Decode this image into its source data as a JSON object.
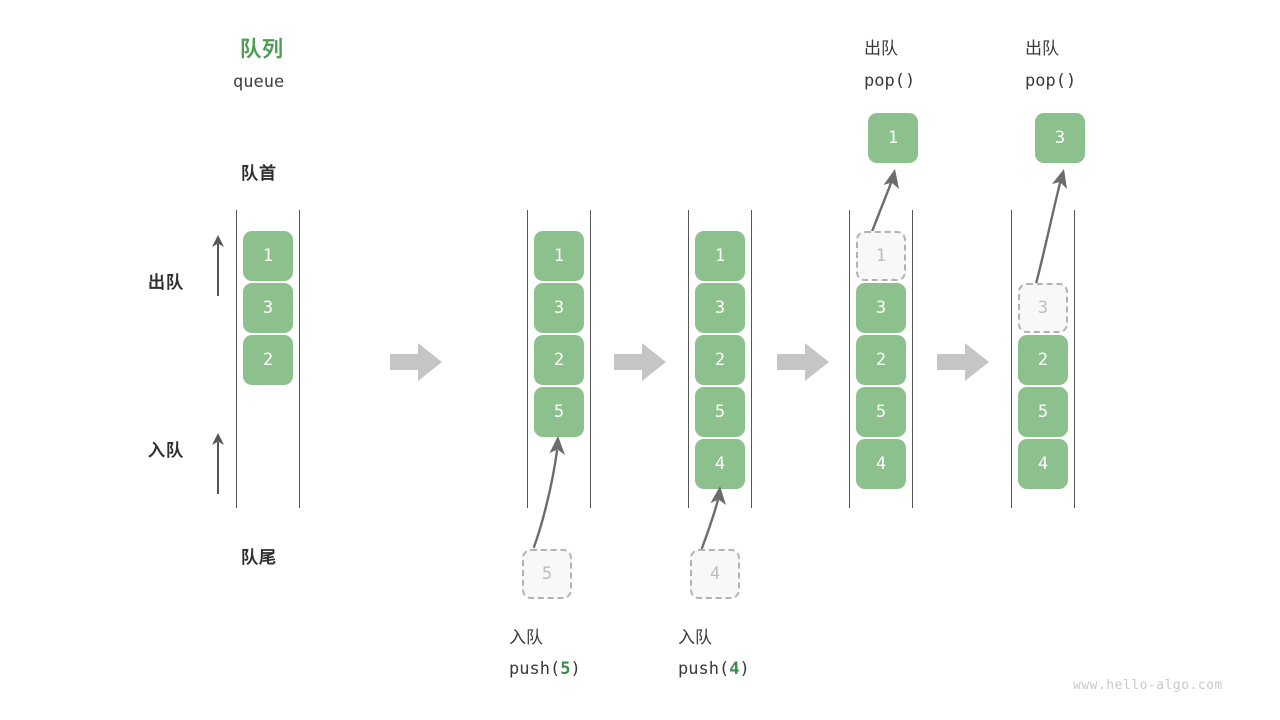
{
  "diagram": {
    "title_cn": "队列",
    "title_en": "queue",
    "head_label": "队首",
    "tail_label": "队尾",
    "dequeue_label": "出队",
    "enqueue_label": "入队",
    "watermark": "www.hello-algo.com",
    "accent_green": "#4d9e54",
    "cell_green": "#8cc08c",
    "ghost_gray": "#b2b2b2",
    "arrow_gray": "#c5c5c5",
    "step_arrow_icon": "right-arrow-icon",
    "up_arrow_icon": "up-arrow-icon"
  },
  "columns": [
    {
      "id": "col-initial",
      "caption_cn": "",
      "caption_code": "",
      "cells": [
        {
          "value": "1",
          "state": "filled"
        },
        {
          "value": "3",
          "state": "filled"
        },
        {
          "value": "2",
          "state": "filled"
        },
        {
          "value": "",
          "state": "empty"
        },
        {
          "value": "",
          "state": "empty"
        }
      ],
      "incoming": null,
      "outgoing": null
    },
    {
      "id": "col-push-5",
      "caption_cn": "入队",
      "caption_code_prefix": "push(",
      "caption_code_arg": "5",
      "caption_code_suffix": ")",
      "cells": [
        {
          "value": "1",
          "state": "filled"
        },
        {
          "value": "3",
          "state": "filled"
        },
        {
          "value": "2",
          "state": "filled"
        },
        {
          "value": "5",
          "state": "filled"
        },
        {
          "value": "",
          "state": "empty"
        }
      ],
      "incoming": {
        "value": "5",
        "state": "ghost"
      },
      "outgoing": null
    },
    {
      "id": "col-push-4",
      "caption_cn": "入队",
      "caption_code_prefix": "push(",
      "caption_code_arg": "4",
      "caption_code_suffix": ")",
      "cells": [
        {
          "value": "1",
          "state": "filled"
        },
        {
          "value": "3",
          "state": "filled"
        },
        {
          "value": "2",
          "state": "filled"
        },
        {
          "value": "5",
          "state": "filled"
        },
        {
          "value": "4",
          "state": "filled"
        }
      ],
      "incoming": {
        "value": "4",
        "state": "ghost"
      },
      "outgoing": null
    },
    {
      "id": "col-pop-1",
      "caption_cn": "出队",
      "caption_code_prefix": "pop(",
      "caption_code_arg": "",
      "caption_code_suffix": ")",
      "cells": [
        {
          "value": "1",
          "state": "ghost"
        },
        {
          "value": "3",
          "state": "filled"
        },
        {
          "value": "2",
          "state": "filled"
        },
        {
          "value": "5",
          "state": "filled"
        },
        {
          "value": "4",
          "state": "filled"
        }
      ],
      "incoming": null,
      "outgoing": {
        "value": "1",
        "state": "filled"
      }
    },
    {
      "id": "col-pop-3",
      "caption_cn": "出队",
      "caption_code_prefix": "pop(",
      "caption_code_arg": "",
      "caption_code_suffix": ")",
      "cells": [
        {
          "value": "",
          "state": "empty"
        },
        {
          "value": "3",
          "state": "ghost"
        },
        {
          "value": "2",
          "state": "filled"
        },
        {
          "value": "5",
          "state": "filled"
        },
        {
          "value": "4",
          "state": "filled"
        }
      ],
      "incoming": null,
      "outgoing": {
        "value": "3",
        "state": "filled"
      }
    }
  ]
}
